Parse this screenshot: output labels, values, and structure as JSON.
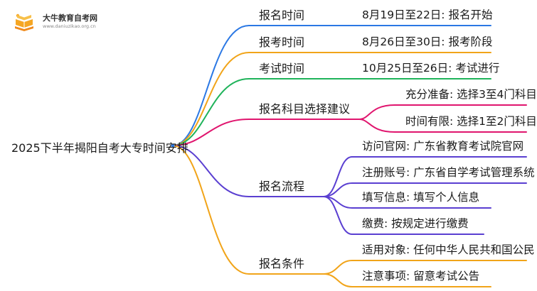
{
  "logo": {
    "title": "大牛教育自考网",
    "url": "www.daniuzikao.org.cn",
    "icon": "book-stack-icon"
  },
  "mindmap": {
    "root": "2025下半年揭阳自考大专时间安排",
    "branches": [
      {
        "label": "报名时间",
        "color": "#2b78e4",
        "leaves": [
          "8月19日至22日: 报名开始"
        ]
      },
      {
        "label": "报考时间",
        "color": "#f1a419",
        "leaves": [
          "8月26日至30日: 报考阶段"
        ]
      },
      {
        "label": "考试时间",
        "color": "#1fb35a",
        "leaves": [
          "10月25日至26日: 考试进行"
        ]
      },
      {
        "label": "报名科目选择建议",
        "color": "#e0156e",
        "leaves": [
          "充分准备: 选择3至4门科目",
          "时间有限: 选择1至2门科目"
        ]
      },
      {
        "label": "报名流程",
        "color": "#5a3fd1",
        "leaves": [
          "访问官网: 广东省教育考试院官网",
          "注册账号: 广东省自学考试管理系统",
          "填写信息: 填写个人信息",
          "缴费: 按规定进行缴费"
        ]
      },
      {
        "label": "报名条件",
        "color": "#f1a419",
        "leaves": [
          "适用对象: 任何中华人民共和国公民",
          "注意事项: 留意考试公告"
        ]
      }
    ]
  }
}
